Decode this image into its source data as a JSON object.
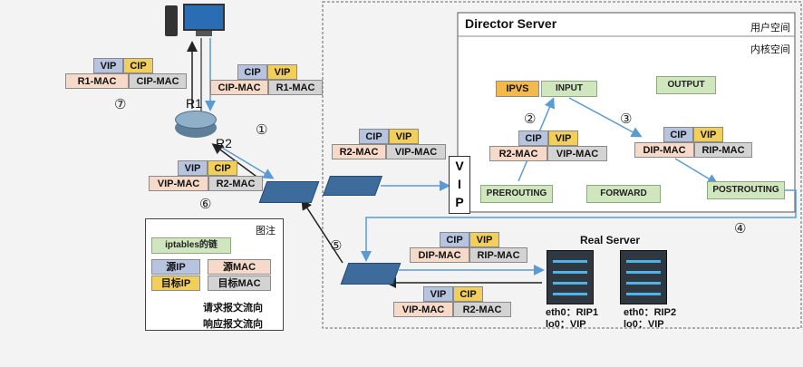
{
  "director": {
    "title": "Director Server",
    "user_space": "用户空间",
    "kernel_space": "内核空间"
  },
  "kernel": {
    "ipvs": "IPVS",
    "input": "INPUT",
    "output": "OUTPUT",
    "prerouting": "PREROUTING",
    "forward": "FORWARD",
    "postrouting": "POSTROUTING"
  },
  "vip_letters": [
    "V",
    "I",
    "P"
  ],
  "routers": {
    "r1": "R1",
    "r2": "R2"
  },
  "steps": [
    "①",
    "②",
    "③",
    "④",
    "⑤",
    "⑥",
    "⑦"
  ],
  "packets": {
    "p_top": {
      "src_ip": "CIP",
      "dst_ip": "VIP",
      "src_mac": "CIP-MAC",
      "dst_mac": "R1-MAC"
    },
    "p_left": {
      "src_ip": "VIP",
      "dst_ip": "CIP",
      "src_mac": "R1-MAC",
      "dst_mac": "CIP-MAC"
    },
    "p_r2": {
      "src_ip": "VIP",
      "dst_ip": "CIP",
      "src_mac": "VIP-MAC",
      "dst_mac": "R2-MAC"
    },
    "p_mid": {
      "src_ip": "CIP",
      "dst_ip": "VIP",
      "src_mac": "R2-MAC",
      "dst_mac": "VIP-MAC"
    },
    "p_inner": {
      "src_ip": "CIP",
      "dst_ip": "VIP",
      "src_mac": "R2-MAC",
      "dst_mac": "VIP-MAC"
    },
    "p_post": {
      "src_ip": "CIP",
      "dst_ip": "VIP",
      "src_mac": "DIP-MAC",
      "dst_mac": "RIP-MAC"
    },
    "p_rs": {
      "src_ip": "CIP",
      "dst_ip": "VIP",
      "src_mac": "DIP-MAC",
      "dst_mac": "RIP-MAC"
    },
    "p_resp": {
      "src_ip": "VIP",
      "dst_ip": "CIP",
      "src_mac": "VIP-MAC",
      "dst_mac": "R2-MAC"
    }
  },
  "real_server": {
    "title": "Real Server",
    "rs1": {
      "eth": "eth0：RIP1",
      "lo": "lo0：VIP"
    },
    "rs2": {
      "eth": "eth0：RIP2",
      "lo": "lo0：VIP"
    }
  },
  "legend": {
    "title": "图注",
    "chain": "iptables的链",
    "src_ip": "源IP",
    "src_mac": "源MAC",
    "dst_ip": "目标IP",
    "dst_mac": "目标MAC",
    "request": "请求报文流向",
    "response": "响应报文流向"
  },
  "colors": {
    "src_ip": "#b7c4e0",
    "dst_ip": "#f2cf5b",
    "src_mac": "#f6d9c9",
    "dst_mac": "#d3d3d3",
    "chain": "#cfe6bf",
    "request": "#5b9bd5",
    "response": "#222222"
  }
}
